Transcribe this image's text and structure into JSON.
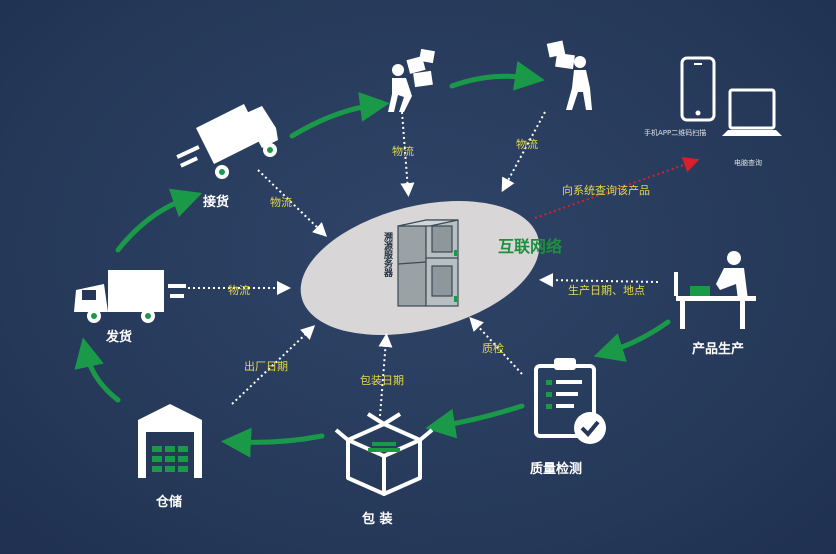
{
  "nodes": {
    "receive": "接货",
    "ship": "发货",
    "storage": "仓储",
    "packaging": "包  装",
    "quality": "质量检测",
    "production": "产品生产"
  },
  "center": {
    "network_label": "互联网络",
    "server_text": "溯源服务器"
  },
  "flows": {
    "logistics_1": "物流",
    "logistics_2": "物流",
    "logistics_3": "物流",
    "logistics_4": "物流",
    "factory_date": "出厂日期",
    "pack_date": "包装日期",
    "quality_check": "质检",
    "prod_date_place": "生产日期、地点",
    "query": "向系统查询该产品"
  },
  "devices": {
    "phone_caption": "手机APP二维码扫描",
    "laptop_caption": "电脑查询"
  },
  "colors": {
    "background": "#253858",
    "arrow_green": "#1a9a48",
    "ellipse": "#d9d6d8",
    "label_yellow": "#e6d84a",
    "query_red": "#d8202a"
  }
}
